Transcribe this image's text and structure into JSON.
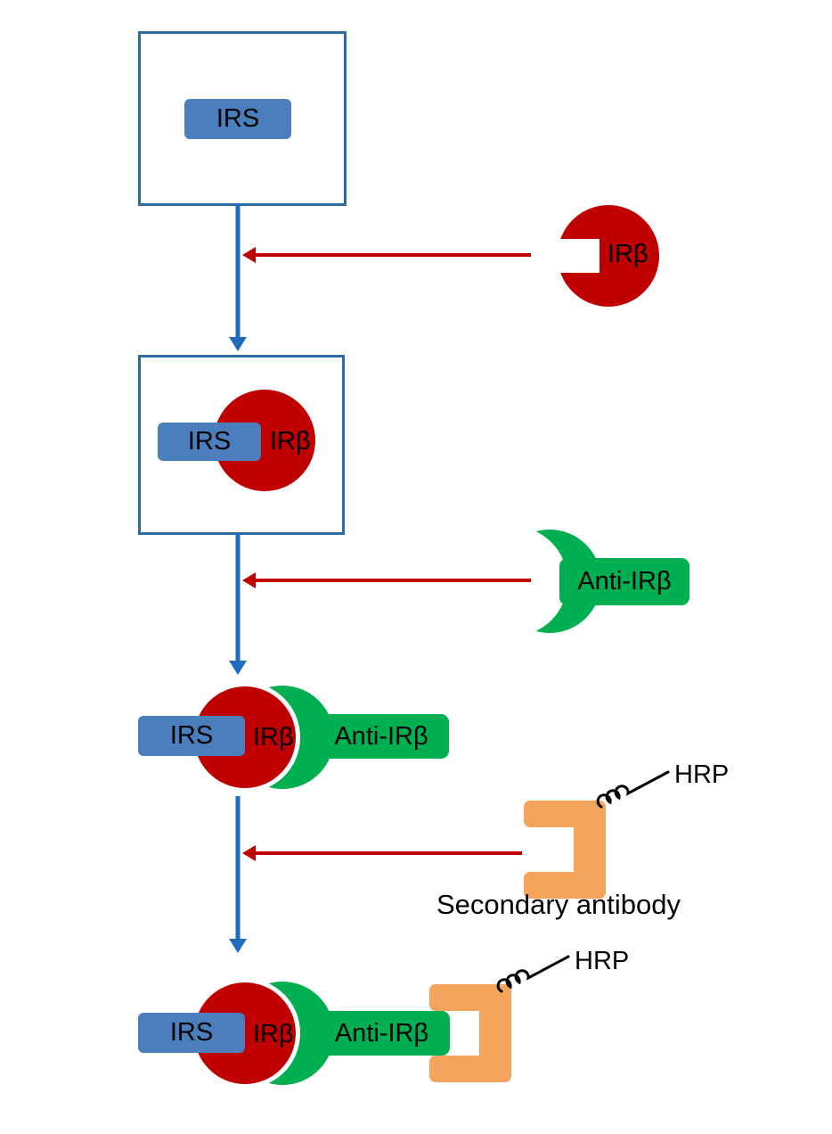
{
  "labels": {
    "irs": "IRS",
    "ir_beta": "IRβ",
    "anti_ir_beta": "Anti-IRβ",
    "hrp": "HRP",
    "secondary_antibody": "Secondary antibody"
  },
  "colors": {
    "red": "#C00000",
    "blue": "#1F6CBF",
    "green": "#00B050",
    "orange": "#F4A45C",
    "steel": "#4A7EBC",
    "box_border": "#2E6DA4",
    "text": "#000000"
  },
  "stages": [
    {
      "step": 1,
      "components": [
        "IRS"
      ]
    },
    {
      "step": 2,
      "components": [
        "IRS",
        "IRβ"
      ]
    },
    {
      "step": 3,
      "components": [
        "IRS",
        "IRβ",
        "Anti-IRβ"
      ]
    },
    {
      "step": 4,
      "components": [
        "IRS",
        "IRβ",
        "Anti-IRβ",
        "Secondary antibody",
        "HRP"
      ]
    }
  ],
  "reagents_added": [
    {
      "after_step": 1,
      "label": "IRβ"
    },
    {
      "after_step": 2,
      "label": "Anti-IRβ"
    },
    {
      "after_step": 3,
      "label": "Secondary antibody",
      "conjugate": "HRP"
    }
  ]
}
